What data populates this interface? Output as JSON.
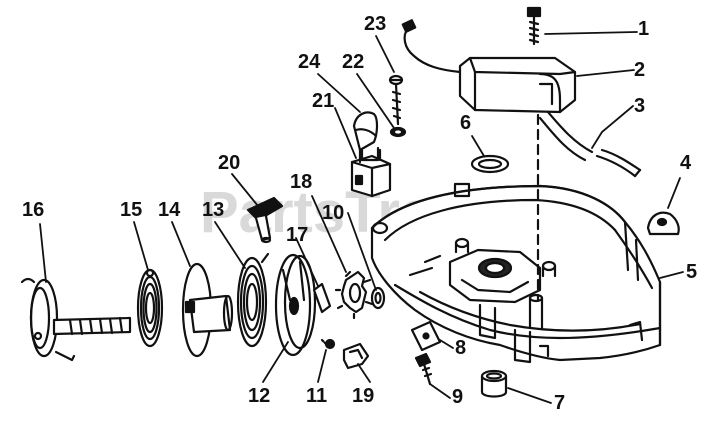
{
  "watermark": "PartsTree",
  "colors": {
    "ink": "#111111",
    "paper": "#ffffff",
    "watermark": "#d9d9d9"
  },
  "parts": [
    {
      "id": "p1",
      "label": "1",
      "name": "bolt"
    },
    {
      "id": "p2",
      "label": "2",
      "name": "ignition-module"
    },
    {
      "id": "p3",
      "label": "3",
      "name": "hose"
    },
    {
      "id": "p4",
      "label": "4",
      "name": "grommet"
    },
    {
      "id": "p5",
      "label": "5",
      "name": "blower-housing"
    },
    {
      "id": "p6",
      "label": "6",
      "name": "washer"
    },
    {
      "id": "p7",
      "label": "7",
      "name": "bushing"
    },
    {
      "id": "p8",
      "label": "8",
      "name": "clip"
    },
    {
      "id": "p9",
      "label": "9",
      "name": "screw"
    },
    {
      "id": "p10",
      "label": "10",
      "name": "retainer"
    },
    {
      "id": "p11",
      "label": "11",
      "name": "screw-small"
    },
    {
      "id": "p12",
      "label": "12",
      "name": "pulley"
    },
    {
      "id": "p13",
      "label": "13",
      "name": "recoil-spring"
    },
    {
      "id": "p14",
      "label": "14",
      "name": "spring-cup"
    },
    {
      "id": "p15",
      "label": "15",
      "name": "spring"
    },
    {
      "id": "p16",
      "label": "16",
      "name": "starter-shaft"
    },
    {
      "id": "p17",
      "label": "17",
      "name": "pawl"
    },
    {
      "id": "p18",
      "label": "18",
      "name": "ratchet-gear"
    },
    {
      "id": "p19",
      "label": "19",
      "name": "bracket"
    },
    {
      "id": "p20",
      "label": "20",
      "name": "handle"
    },
    {
      "id": "p21",
      "label": "21",
      "name": "switch"
    },
    {
      "id": "p22",
      "label": "22",
      "name": "washer-small"
    },
    {
      "id": "p23",
      "label": "23",
      "name": "screw-long"
    },
    {
      "id": "p24",
      "label": "24",
      "name": "knob"
    }
  ]
}
